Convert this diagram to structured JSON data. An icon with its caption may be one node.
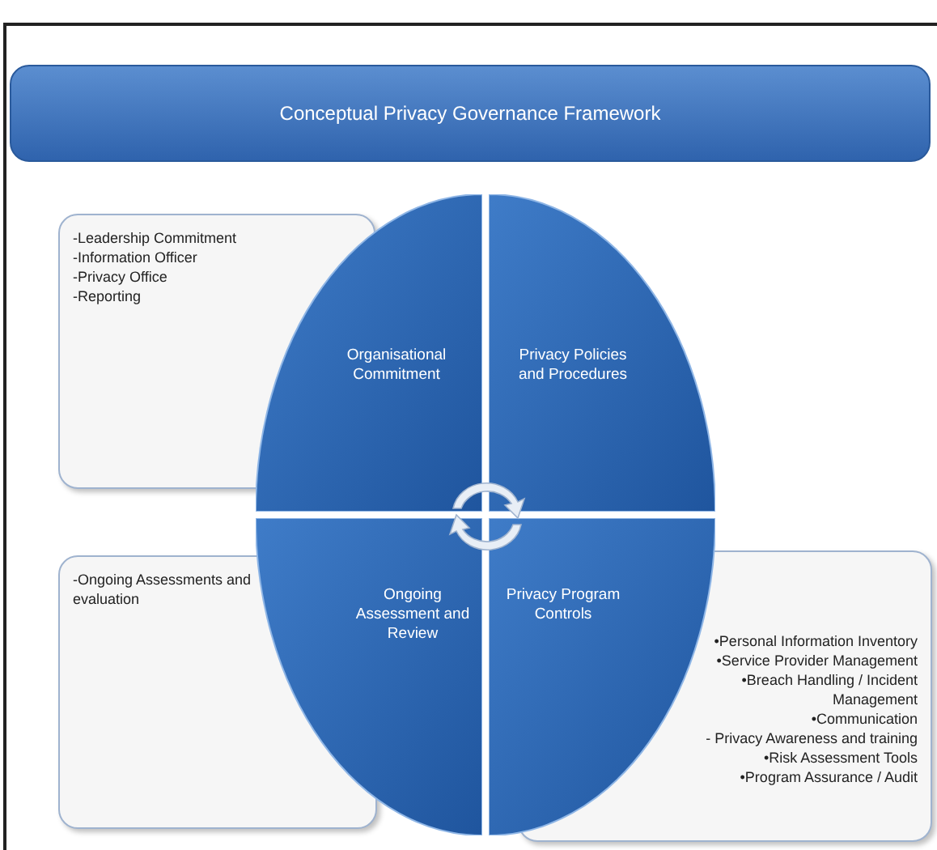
{
  "diagram": {
    "nodes": [
      {
        "text": [
          "Conceptual Privacy Governance Framework"
        ]
      },
      {
        "text": [
          "-Leadership Commitment",
          "-Information Officer",
          "-Privacy Office",
          "-Reporting"
        ]
      },
      {
        "text": [
          "Organisational Commitment"
        ]
      },
      {
        "text": [
          "Privacy Policies and Procedures"
        ]
      },
      {
        "text": [
          "Ongoing Assessment and Review"
        ]
      },
      {
        "text": [
          "Privacy Program Controls"
        ]
      },
      {
        "text": [
          "-Ongoing Assessments and evaluation"
        ]
      },
      {
        "text": [
          "•Personal Information Inventory",
          "•Service Provider Management",
          "•Breach Handling / Incident Management",
          "•Communication",
          "- Privacy Awareness and training",
          "•Risk Assessment Tools",
          "•Program Assurance / Audit"
        ]
      }
    ]
  }
}
